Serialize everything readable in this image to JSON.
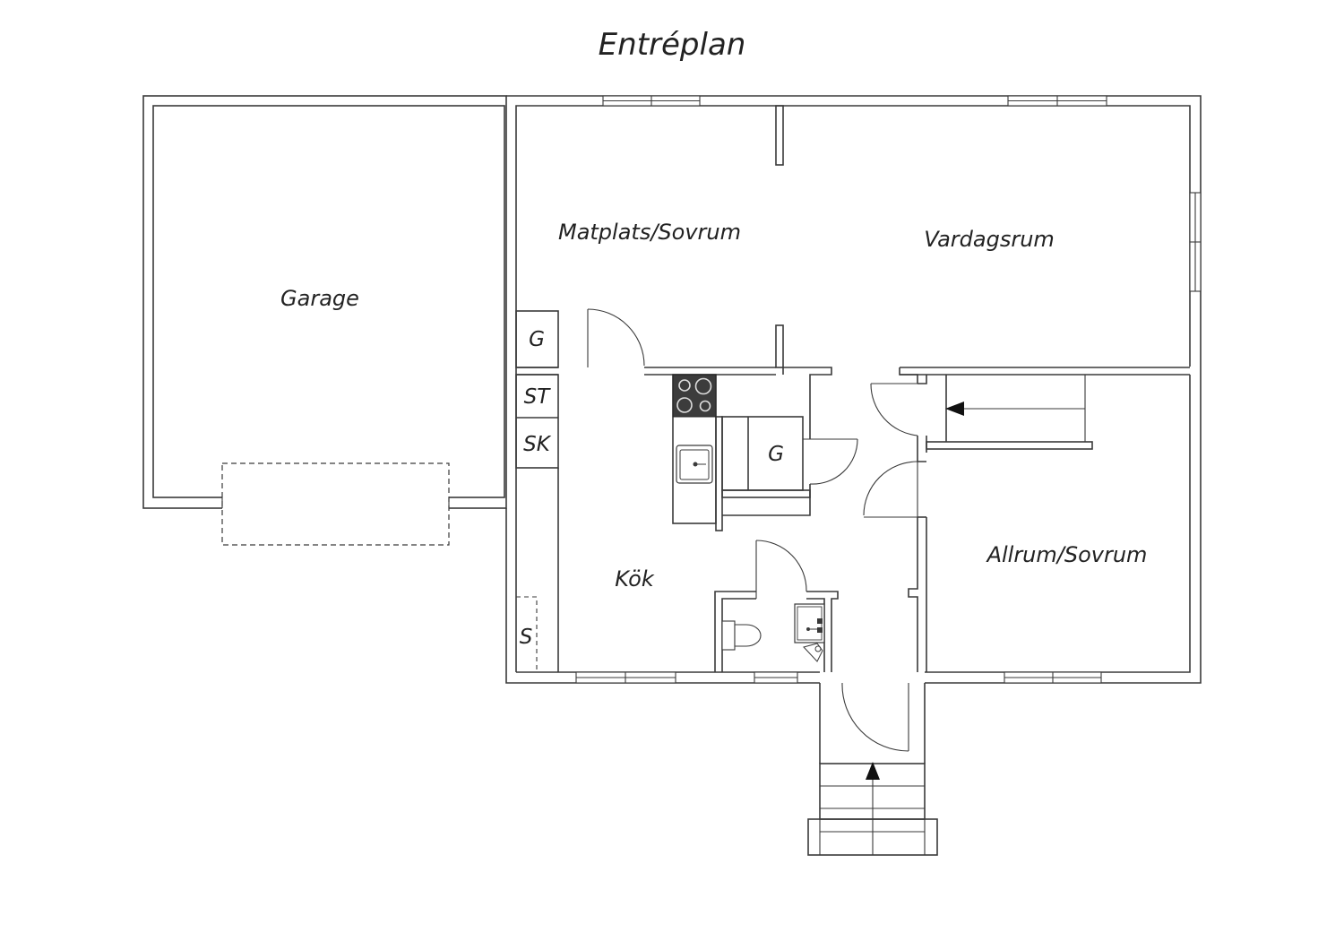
{
  "title": "Entréplan",
  "rooms": {
    "garage": "Garage",
    "dining": "Matplats/Sovrum",
    "living": "Vardagsrum",
    "kitchen": "Kök",
    "family": "Allrum/Sovrum"
  },
  "fixtures": {
    "wardrobe_top": "G",
    "wardrobe_mid": "G",
    "cabinet_st": "ST",
    "cabinet_sk": "SK",
    "cabinet_s": "S"
  },
  "icons": [
    "stove-icon",
    "kitchen-sink-icon",
    "toilet-icon",
    "washbasin-icon",
    "stair-arrow-icon"
  ],
  "colors": {
    "line": "#3a3a3a",
    "stove": "#3c3c3c",
    "text": "#222222"
  }
}
